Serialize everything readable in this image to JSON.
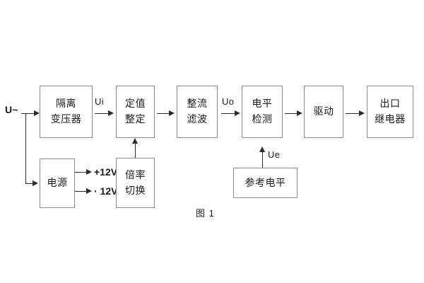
{
  "diagram": {
    "caption": "图 1",
    "input_label": "U~",
    "blocks": [
      {
        "id": "isolation-transformer",
        "lines": [
          "隔离",
          "变压器"
        ]
      },
      {
        "id": "power-supply",
        "lines": [
          "电源"
        ]
      },
      {
        "id": "setting-value",
        "lines": [
          "定值",
          "整定"
        ]
      },
      {
        "id": "multiplier-switch",
        "lines": [
          "倍率",
          "切换"
        ]
      },
      {
        "id": "rectify-filter",
        "lines": [
          "整流",
          "滤波"
        ]
      },
      {
        "id": "level-detect",
        "lines": [
          "电平",
          "检测"
        ]
      },
      {
        "id": "driver",
        "lines": [
          "驱动"
        ]
      },
      {
        "id": "output-relay",
        "lines": [
          "出口",
          "继电器"
        ]
      },
      {
        "id": "reference-level",
        "lines": [
          "参考电平"
        ]
      }
    ],
    "signal_labels": {
      "ui": "Ui",
      "uo": "Uo",
      "ue": "Ue"
    },
    "power_rails": [
      {
        "id": "rail-positive",
        "text": "+12V"
      },
      {
        "id": "rail-negative",
        "text": "· 12V"
      }
    ],
    "colors": {
      "background": "#ffffff",
      "box_border": "#8d8d8d",
      "wire": "#2b2b2b",
      "text": "#1a1a1a"
    }
  }
}
